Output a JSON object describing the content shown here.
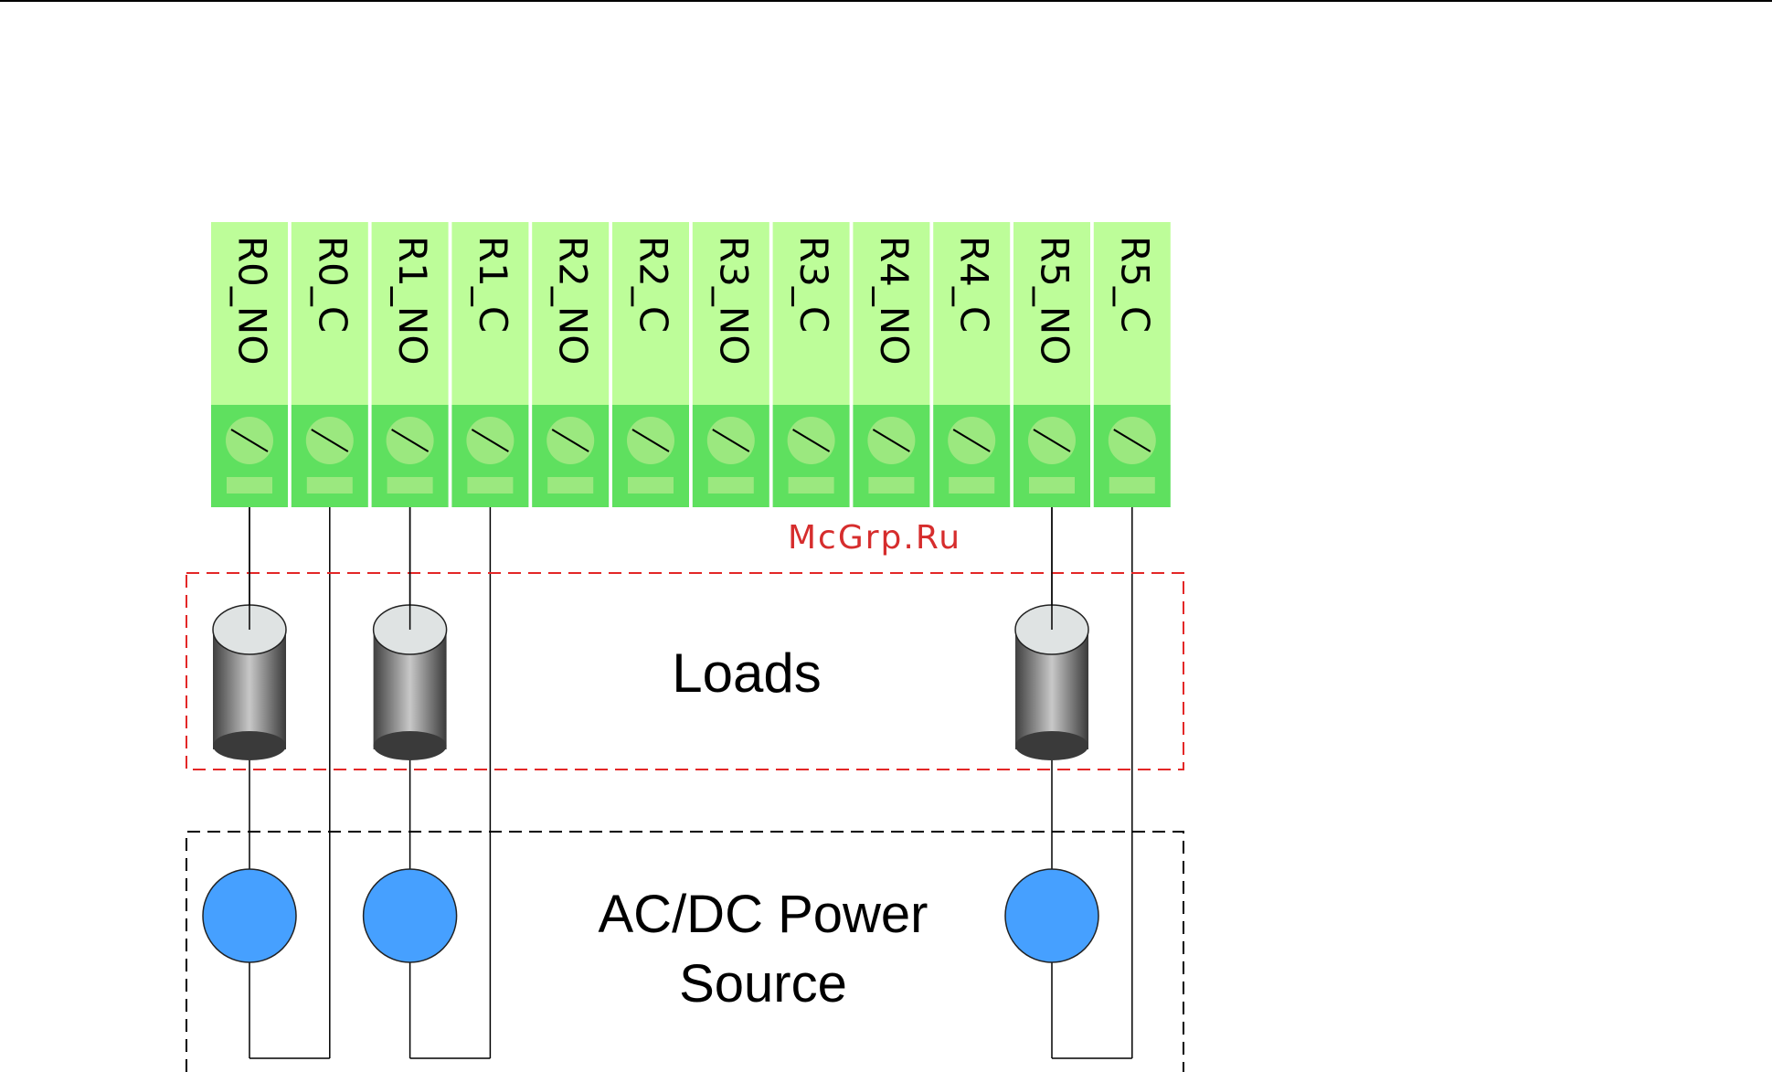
{
  "terminals": [
    {
      "label": "R0_NO"
    },
    {
      "label": "R0_C"
    },
    {
      "label": "R1_NO"
    },
    {
      "label": "R1_C"
    },
    {
      "label": "R2_NO"
    },
    {
      "label": "R2_C"
    },
    {
      "label": "R3_NO"
    },
    {
      "label": "R3_C"
    },
    {
      "label": "R4_NO"
    },
    {
      "label": "R4_C"
    },
    {
      "label": "R5_NO"
    },
    {
      "label": "R5_C"
    }
  ],
  "loads_label": "Loads",
  "power_label_line1": "AC/DC Power",
  "power_label_line2": "Source",
  "watermark": "McGrp.Ru",
  "wired_relays": [
    0,
    1,
    5
  ],
  "colors": {
    "terminal_top": "#bdfd99",
    "terminal_bottom": "#5fe05f",
    "terminal_screw": "#9be87f",
    "loads_border": "#e32727",
    "power_border": "#000000",
    "source_fill": "#46a0ff",
    "watermark": "#d62d2d"
  }
}
